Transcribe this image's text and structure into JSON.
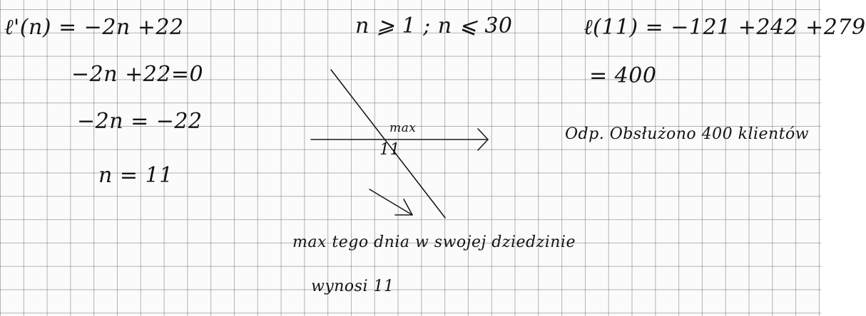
{
  "left_column": {
    "line1": "ℓ'(n) = −2n +22",
    "line2": "−2n +22=0",
    "line3": "−2n = −22",
    "line4": "n = 11"
  },
  "middle_column": {
    "domain": "n ⩾ 1 ; n ⩽ 30",
    "graph_max_label": "max",
    "graph_point_label": "11",
    "note_line1": "max tego dnia w swojej dziedzinie",
    "note_line2": "wynosi 11"
  },
  "right_column": {
    "line1": "ℓ(11) = −121 +242 +279",
    "line2": "= 400",
    "answer": "Odp. Obsłużono 400 klientów"
  },
  "colors": {
    "ink": "#141414",
    "paper": "#fbfbfb",
    "grid": "#787878"
  }
}
